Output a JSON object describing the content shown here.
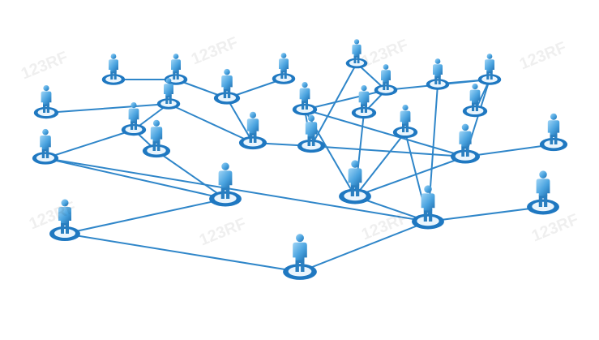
{
  "image": {
    "watermark_text": "123RF",
    "colors": {
      "background": "#ffffff",
      "connection": "#2f86c9",
      "person_light": "#7fc4ef",
      "person_dark": "#2a7fc0",
      "ring": "#1f78c1",
      "ring_inner": "#eaf5fd"
    },
    "nodes": [
      {
        "id": "n1"
      },
      {
        "id": "n2"
      },
      {
        "id": "n3"
      },
      {
        "id": "n4"
      },
      {
        "id": "n5"
      },
      {
        "id": "n6"
      },
      {
        "id": "n7"
      },
      {
        "id": "n8"
      },
      {
        "id": "n9"
      },
      {
        "id": "n10"
      },
      {
        "id": "n11"
      },
      {
        "id": "n12"
      },
      {
        "id": "n13"
      },
      {
        "id": "n14"
      },
      {
        "id": "n15"
      },
      {
        "id": "n16"
      },
      {
        "id": "n17"
      },
      {
        "id": "n18"
      },
      {
        "id": "n19"
      },
      {
        "id": "n20"
      },
      {
        "id": "n21"
      },
      {
        "id": "n22"
      },
      {
        "id": "n23"
      },
      {
        "id": "n24"
      },
      {
        "id": "n25"
      },
      {
        "id": "n26"
      },
      {
        "id": "n27"
      },
      {
        "id": "n28"
      }
    ],
    "edges": [
      [
        "n1",
        "n2"
      ],
      [
        "n2",
        "n3"
      ],
      [
        "n3",
        "n4"
      ],
      [
        "n3",
        "n5"
      ],
      [
        "n5",
        "n6"
      ],
      [
        "n6",
        "n7"
      ],
      [
        "n6",
        "n8"
      ],
      [
        "n8",
        "n9"
      ],
      [
        "n8",
        "n10"
      ],
      [
        "n9",
        "n11"
      ],
      [
        "n10",
        "n11"
      ],
      [
        "n11",
        "n12"
      ],
      [
        "n12",
        "n13"
      ],
      [
        "n5",
        "n14"
      ],
      [
        "n14",
        "n15"
      ],
      [
        "n14",
        "n16"
      ],
      [
        "n15",
        "n17"
      ],
      [
        "n16",
        "n17"
      ],
      [
        "n17",
        "n18"
      ],
      [
        "n18",
        "n19"
      ],
      [
        "n15",
        "n19"
      ],
      [
        "n20",
        "n19"
      ],
      [
        "n19",
        "n21"
      ],
      [
        "n21",
        "n22"
      ],
      [
        "n21",
        "n23"
      ],
      [
        "n19",
        "n24"
      ],
      [
        "n24",
        "n25"
      ],
      [
        "n24",
        "n26"
      ],
      [
        "n26",
        "n27"
      ],
      [
        "n20",
        "n21"
      ],
      [
        "n17",
        "n26"
      ],
      [
        "n26",
        "n28"
      ],
      [
        "n14",
        "n24"
      ],
      [
        "n15",
        "n24"
      ],
      [
        "n13",
        "n21"
      ],
      [
        "n10",
        "n21"
      ]
    ]
  }
}
